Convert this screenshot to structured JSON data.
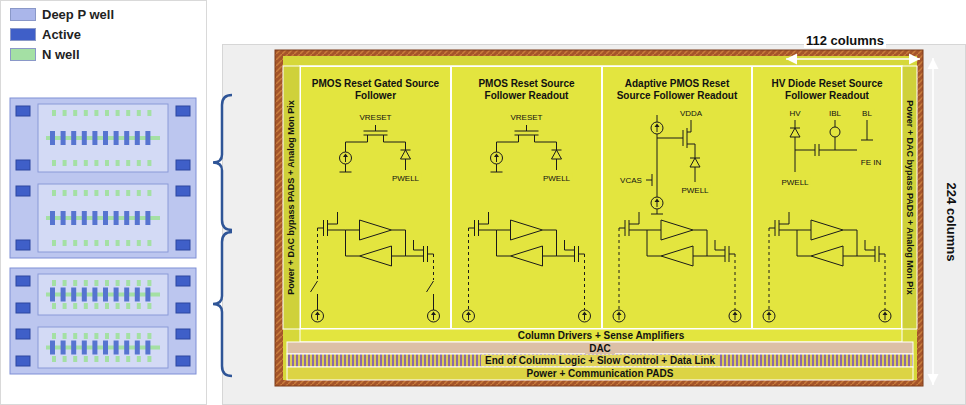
{
  "diagram": {
    "nodes": [
      {
        "text": [
          "Power + DAC bypass PADS + Analog Mon Pix"
        ]
      },
      {
        "text": [
          "PMOS Reset Gated Source Follower"
        ]
      },
      {
        "text": [
          "PMOS Reset Source Follower Readout"
        ]
      },
      {
        "text": [
          "Adaptive PMOS Reset Source Follower Readout"
        ]
      },
      {
        "text": [
          "HV Diode Reset Source Follower Readout"
        ]
      },
      {
        "text": [
          "Power + DAC bypass PADS + Analog Mon Pix"
        ]
      },
      {
        "text": [
          "Column Drivers + Sense Amplifiers"
        ]
      },
      {
        "text": [
          "DAC"
        ]
      },
      {
        "text": [
          "End of Column Logic + Slow Control + Data Link"
        ]
      },
      {
        "text": [
          "Power + Communication PADS"
        ]
      }
    ],
    "labels": [
      "112 columns",
      "VRESET",
      "PWELL",
      "VRESET",
      "PWELL",
      "VDDA",
      "VCAS",
      "PWELL",
      "HV",
      "IBL",
      "BL",
      "FE IN",
      "PWELL",
      "224 columns"
    ],
    "legend": [
      {
        "text": "Deep P well",
        "color": "#aab6ea"
      },
      {
        "text": "Active",
        "color": "#3f5fc8"
      },
      {
        "text": "N well",
        "color": "#a4e0a4"
      }
    ]
  }
}
